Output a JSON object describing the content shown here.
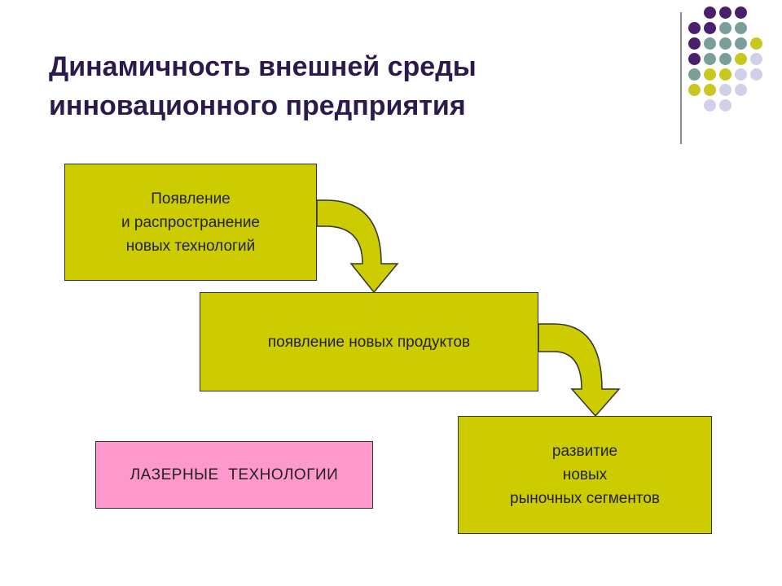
{
  "slide": {
    "title_lines": [
      "Динамичность внешней среды",
      "инновационного предприятия"
    ]
  },
  "diagram": {
    "nodes": [
      {
        "id": "box1",
        "lines": [
          "Появление",
          "и распространение",
          "новых технологий"
        ]
      },
      {
        "id": "box2",
        "lines": [
          "появление новых продуктов"
        ]
      },
      {
        "id": "box3",
        "lines": [
          "развитие",
          "новых",
          "рыночных сегментов"
        ]
      },
      {
        "id": "box4",
        "lines": [
          "ЛАЗЕРНЫЕ  ТЕХНОЛОГИИ"
        ]
      }
    ],
    "edges": [
      {
        "from": "box1",
        "to": "box2"
      },
      {
        "from": "box2",
        "to": "box3"
      }
    ]
  },
  "colors": {
    "accent_dark_purple": "#4a1f6b",
    "accent_teal": "#7a9e9a",
    "accent_olive": "#c8c820",
    "accent_lavender": "#d0d0e8",
    "box_fill": "#cccc00",
    "highlight_box_fill": "#ff99cc",
    "title_color": "#2d1a4d"
  }
}
